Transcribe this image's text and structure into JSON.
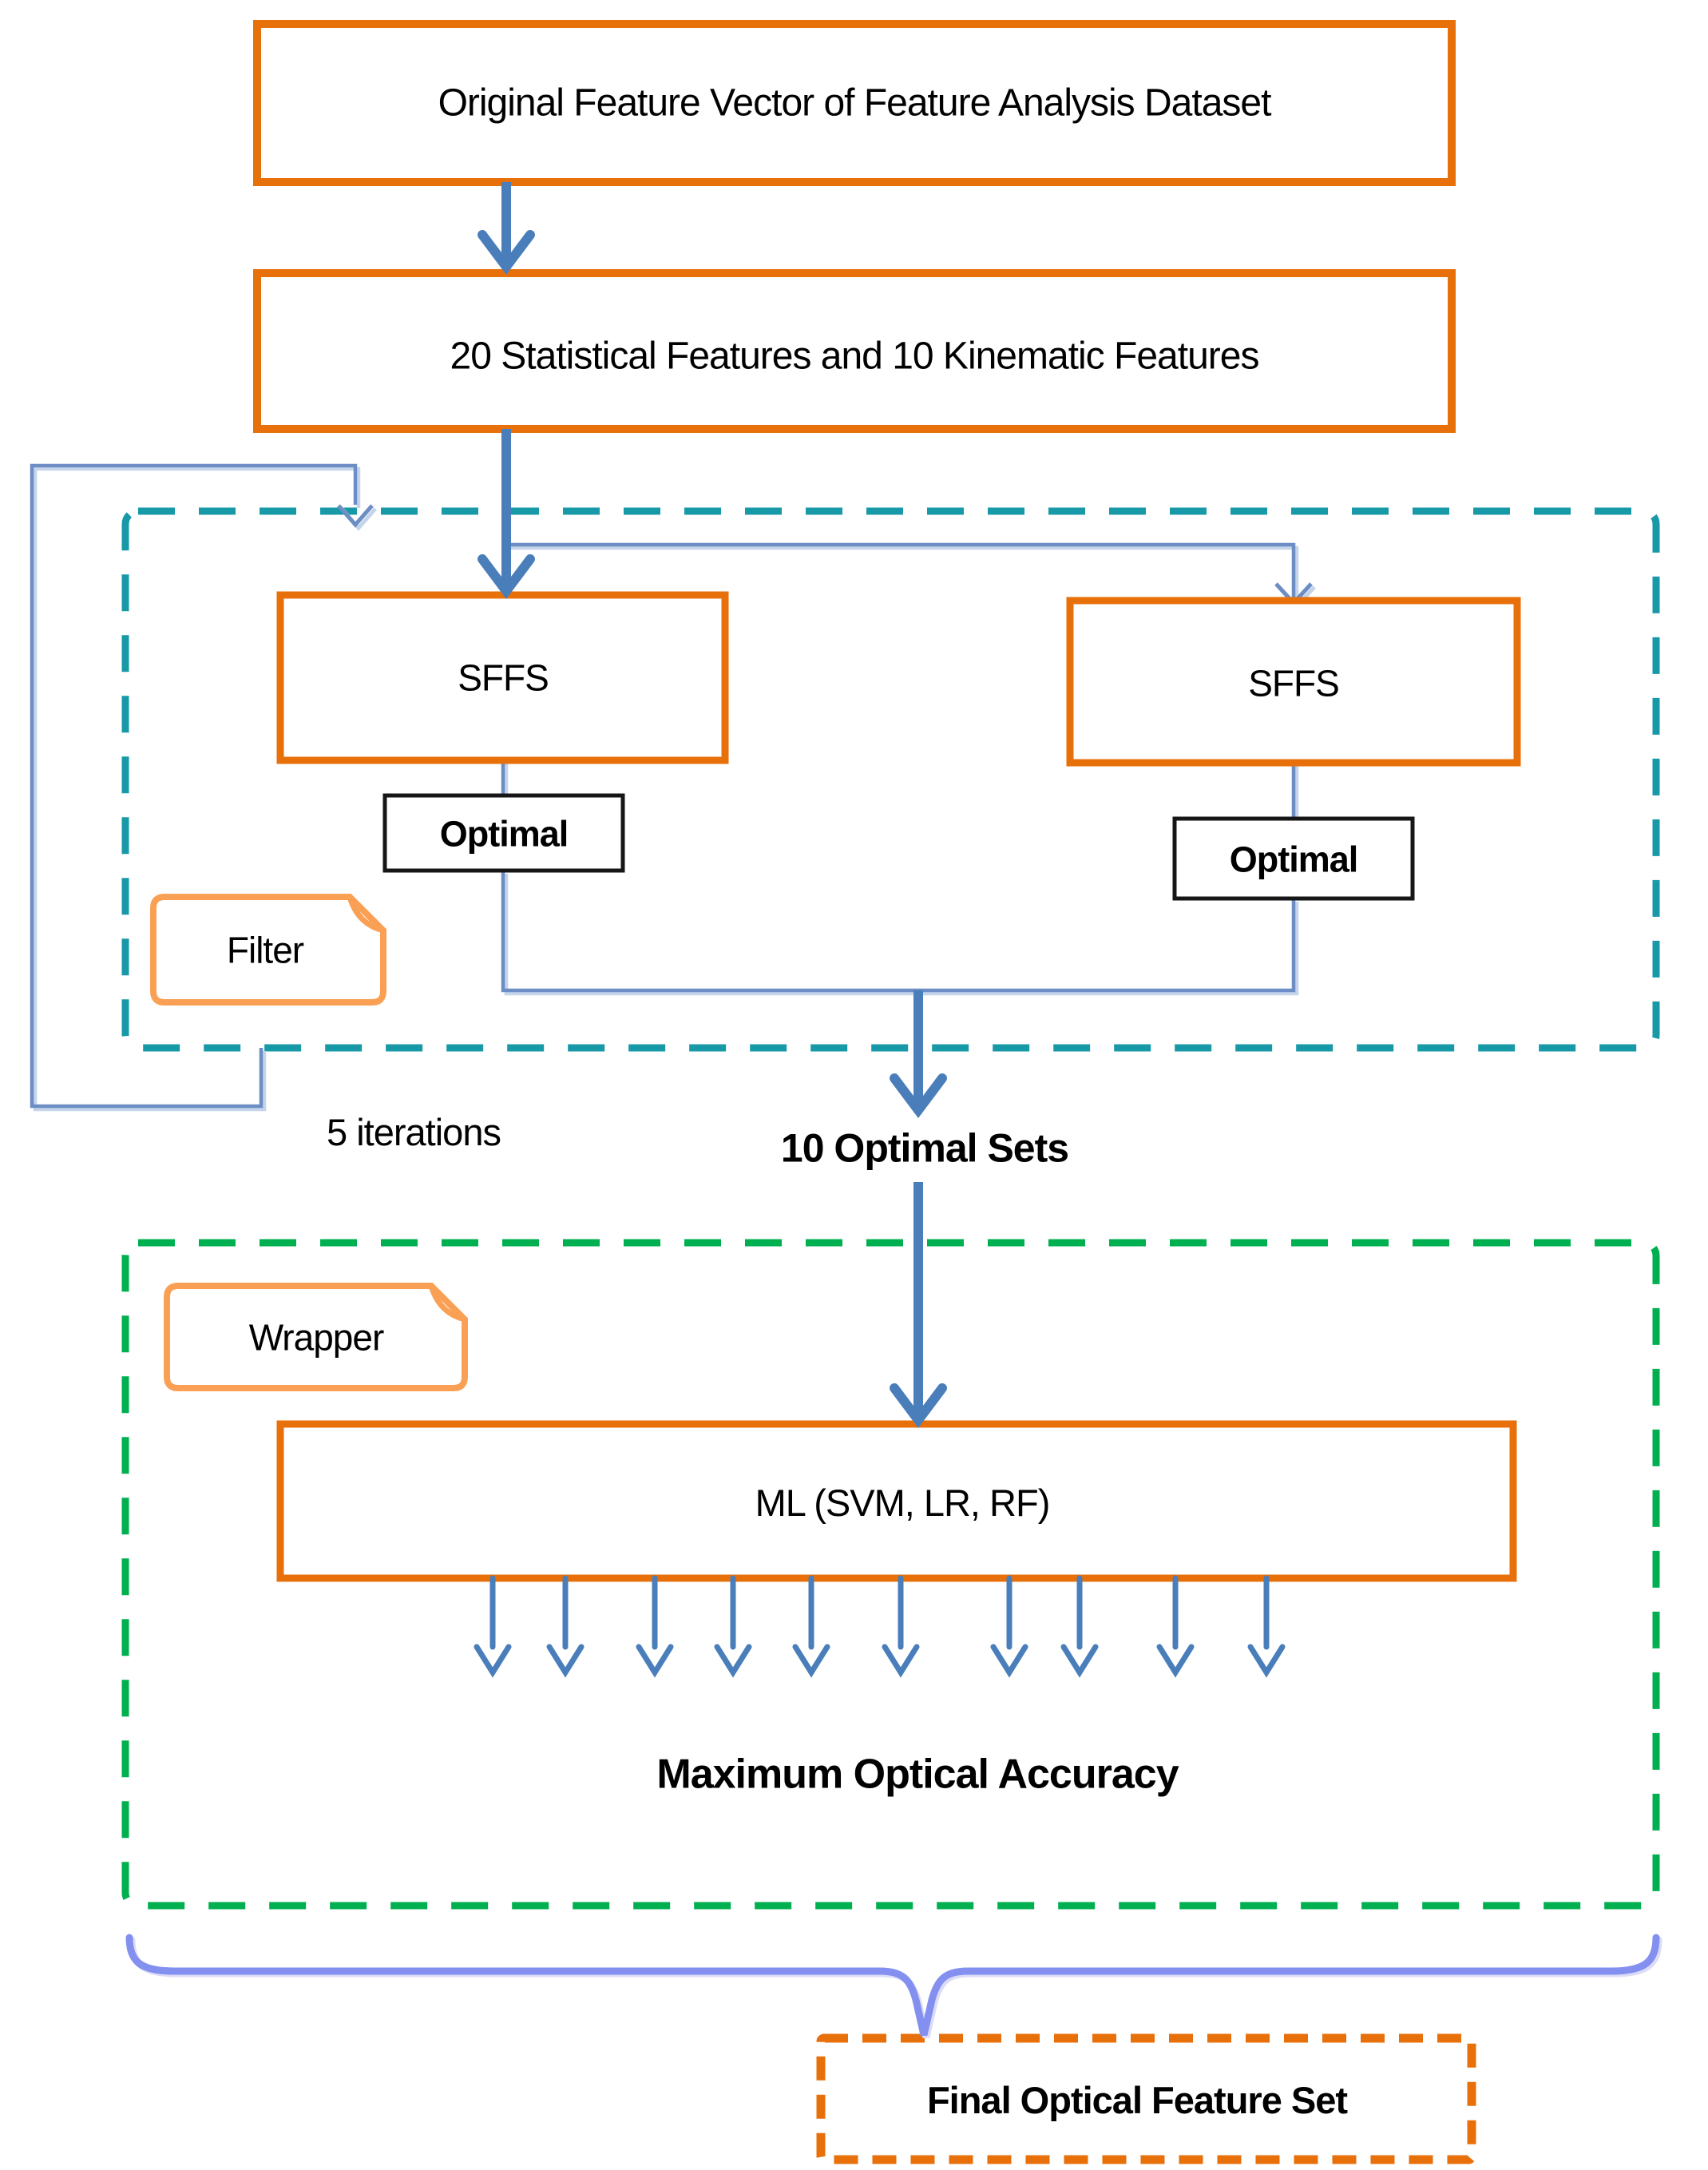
{
  "colors": {
    "orange": "#E8700B",
    "tag_orange": "#F9A054",
    "teal": "#1899A8",
    "green": "#00B050",
    "blue": "#4A7EBB",
    "light_blue": "#6C8EC4",
    "shadow_blue": "#C4D4EA",
    "brace": "#8390F0",
    "text": "#000000"
  },
  "nodes": {
    "original": {
      "label": "Original Feature Vector of Feature Analysis Dataset"
    },
    "features": {
      "label": "20 Statistical Features and 10 Kinematic Features"
    },
    "sffs_left": {
      "label": "SFFS"
    },
    "sffs_right": {
      "label": "SFFS"
    },
    "optimal_left": {
      "label": "Optimal"
    },
    "optimal_right": {
      "label": "Optimal"
    },
    "ml": {
      "label": "ML (SVM, LR, RF)"
    },
    "final": {
      "label": "Final Optical Feature Set"
    }
  },
  "tags": {
    "filter": {
      "label": "Filter"
    },
    "wrapper": {
      "label": "Wrapper"
    }
  },
  "annotations": {
    "iterations": {
      "label": "5 iterations"
    },
    "optimal_sets": {
      "label": "10 Optimal Sets"
    },
    "max_accuracy": {
      "label": "Maximum Optical Accuracy"
    }
  }
}
